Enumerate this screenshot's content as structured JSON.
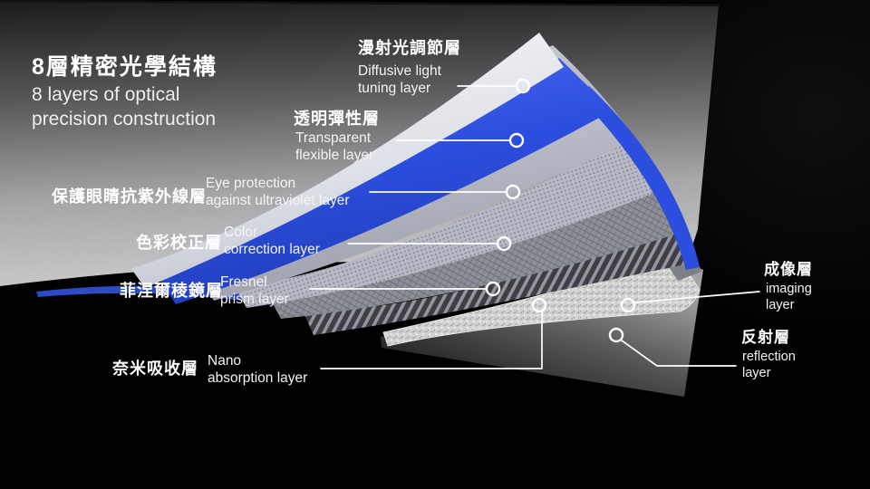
{
  "title": {
    "zh": "8層精密光學結構",
    "en_line1": "8 layers of optical",
    "en_line2": "precision construction"
  },
  "layer_count": 8,
  "labels": {
    "diffusive": {
      "zh": "漫射光調節層",
      "en1": "Diffusive light",
      "en2": "tuning layer"
    },
    "transparent": {
      "zh": "透明彈性層",
      "en1": "Transparent",
      "en2": "flexible layer"
    },
    "eye": {
      "zh": "保護眼睛抗紫外線層",
      "en1": "Eye protection",
      "en2": "against ultraviolet layer"
    },
    "color": {
      "zh": "色彩校正層",
      "en1": "Color",
      "en2": "correction layer"
    },
    "fresnel": {
      "zh": "菲涅爾稜鏡層",
      "en1": "Fresnel",
      "en2": "prism layer"
    },
    "nano": {
      "zh": "奈米吸收層",
      "en1": "Nano",
      "en2": "absorption layer"
    },
    "imaging": {
      "zh": "成像層",
      "en1": "imaging",
      "en2": "layer"
    },
    "reflection": {
      "zh": "反射層",
      "en1": "reflection",
      "en2": "layer"
    }
  },
  "colors": {
    "accent_blue": "#2c4ede",
    "screen_dark": "#1d1d1f",
    "screen_light": "#c9c9cb",
    "background": "#000000",
    "label_text": "#ffffff"
  }
}
